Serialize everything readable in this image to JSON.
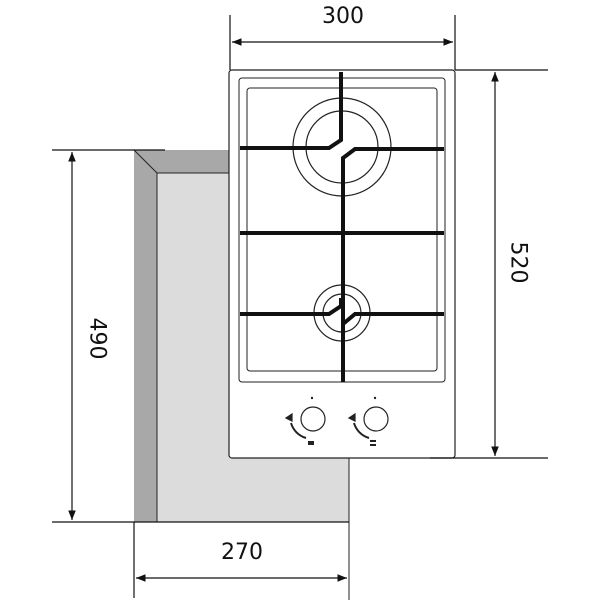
{
  "dimensions": {
    "hob_width": "300",
    "hob_depth": "520",
    "cutout_depth": "490",
    "cutout_width": "270"
  },
  "colors": {
    "cutout_fill": "#dcdcdc",
    "cutout_edge": "#a8a8a8",
    "line": "#111111"
  }
}
